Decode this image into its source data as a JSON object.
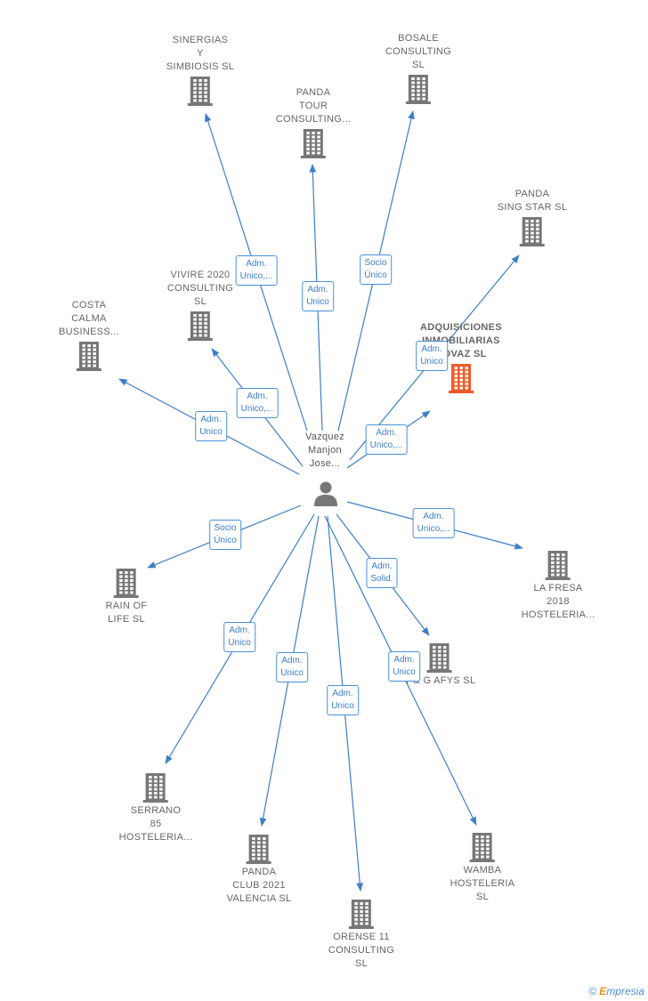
{
  "center": {
    "name": "Vazquez\nManjon\nJose...",
    "icon": "person-icon"
  },
  "nodes": [
    {
      "id": "sinergias",
      "label": "SINERGIAS\nY\nSIMBIOSIS SL",
      "icon": "building-icon"
    },
    {
      "id": "bosale",
      "label": "BOSALE\nCONSULTING\nSL",
      "icon": "building-icon"
    },
    {
      "id": "panda-tour",
      "label": "PANDA\nTOUR\nCONSULTING...",
      "icon": "building-icon"
    },
    {
      "id": "panda-sing",
      "label": "PANDA\nSING STAR  SL",
      "icon": "building-icon"
    },
    {
      "id": "vivire",
      "label": "VIVIRE 2020\nCONSULTING\nSL",
      "icon": "building-icon"
    },
    {
      "id": "costa",
      "label": "COSTA\nCALMA\nBUSINESS...",
      "icon": "building-icon"
    },
    {
      "id": "adquisiciones",
      "label": "ADQUISICIONES\nINMOBILIARIAS\nCOVAZ  SL",
      "icon": "building-icon",
      "highlight": true
    },
    {
      "id": "la-fresa",
      "label": "LA FRESA\n2018\nHOSTELERIA...",
      "icon": "building-icon"
    },
    {
      "id": "rain",
      "label": "RAIN OF\nLIFE  SL",
      "icon": "building-icon"
    },
    {
      "id": "vg",
      "label": "V & G AFYS  SL",
      "icon": "building-icon"
    },
    {
      "id": "serrano",
      "label": "SERRANO\n85\nHOSTELERIA...",
      "icon": "building-icon"
    },
    {
      "id": "wamba",
      "label": "WAMBA\nHOSTELERIA\nSL",
      "icon": "building-icon"
    },
    {
      "id": "panda-club",
      "label": "PANDA\nCLUB 2021\nVALENCIA  SL",
      "icon": "building-icon"
    },
    {
      "id": "orense",
      "label": "ORENSE 11\nCONSULTING\nSL",
      "icon": "building-icon"
    }
  ],
  "edge_labels": [
    "Adm.\nUnico,...",
    "Adm.\nUnico",
    "Socio\nÚnico",
    "Adm.\nUnico",
    "Adm.\nUnico,...",
    "Adm.\nUnico",
    "Adm.\nUnico,...",
    "Adm.\nUnico,...",
    "Socio\nÚnico",
    "Adm.\nSolid.",
    "Adm.\nUnico",
    "Adm.\nUnico",
    "Adm.\nUnico",
    "Adm.\nUnico"
  ],
  "colors": {
    "edge": "#3d7ec8",
    "building": "#777777",
    "highlight": "#f05a28",
    "text": "#666666"
  },
  "brand": {
    "symbol": "©",
    "initial": "E",
    "rest": "mpresia"
  }
}
